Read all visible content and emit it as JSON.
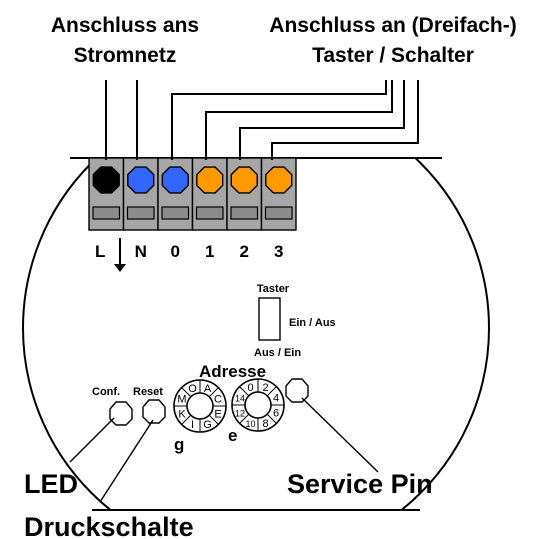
{
  "labels": {
    "power_title_line1": "Anschluss ans",
    "power_title_line2": "Stromnetz",
    "switch_title_line1": "Anschluss an (Dreifach-)",
    "switch_title_line2": "Taster / Schalter",
    "taster": "Taster",
    "ein_aus": "Ein / Aus",
    "aus_ein": "Aus / Ein",
    "adresse": "Adresse",
    "conf": "Conf.",
    "reset": "Reset",
    "led": "LED",
    "druckschalter": "Druckschalte",
    "service_pin": "Service Pin",
    "dial1_suffix": "g",
    "dial2_suffix": "e"
  },
  "terminals": [
    {
      "label": "L",
      "color": "#000000"
    },
    {
      "label": "N",
      "color": "#3366ff"
    },
    {
      "label": "0",
      "color": "#3366ff"
    },
    {
      "label": "1",
      "color": "#ff9900"
    },
    {
      "label": "2",
      "color": "#ff9900"
    },
    {
      "label": "3",
      "color": "#ff9900"
    }
  ],
  "dial_letters": [
    "O",
    "A",
    "C",
    "E",
    "G",
    "I",
    "K",
    "M"
  ],
  "dial_numbers": [
    "0",
    "2",
    "4",
    "6",
    "8",
    "10",
    "12",
    "14"
  ],
  "colors": {
    "terminal_gray": "#a6a6a6",
    "slot_gray": "#8c8c8c",
    "outline": "#000000"
  }
}
